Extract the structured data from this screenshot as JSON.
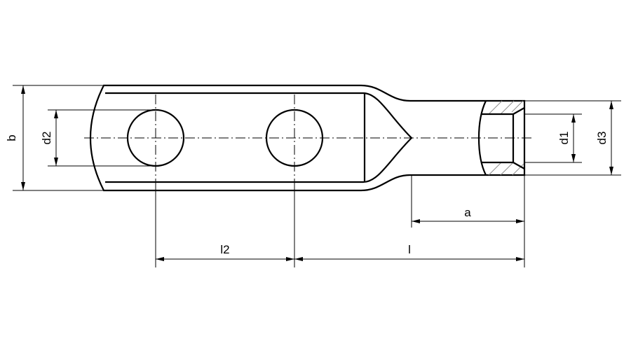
{
  "drawing": {
    "title": "Two-hole cable lug dimension drawing",
    "labels": {
      "b": "b",
      "d2": "d2",
      "d1": "d1",
      "d3": "d3",
      "a": "a",
      "l2": "l2",
      "l": "l"
    },
    "colors": {
      "line": "#000000",
      "hatch": "#888888",
      "background": "#ffffff"
    }
  }
}
